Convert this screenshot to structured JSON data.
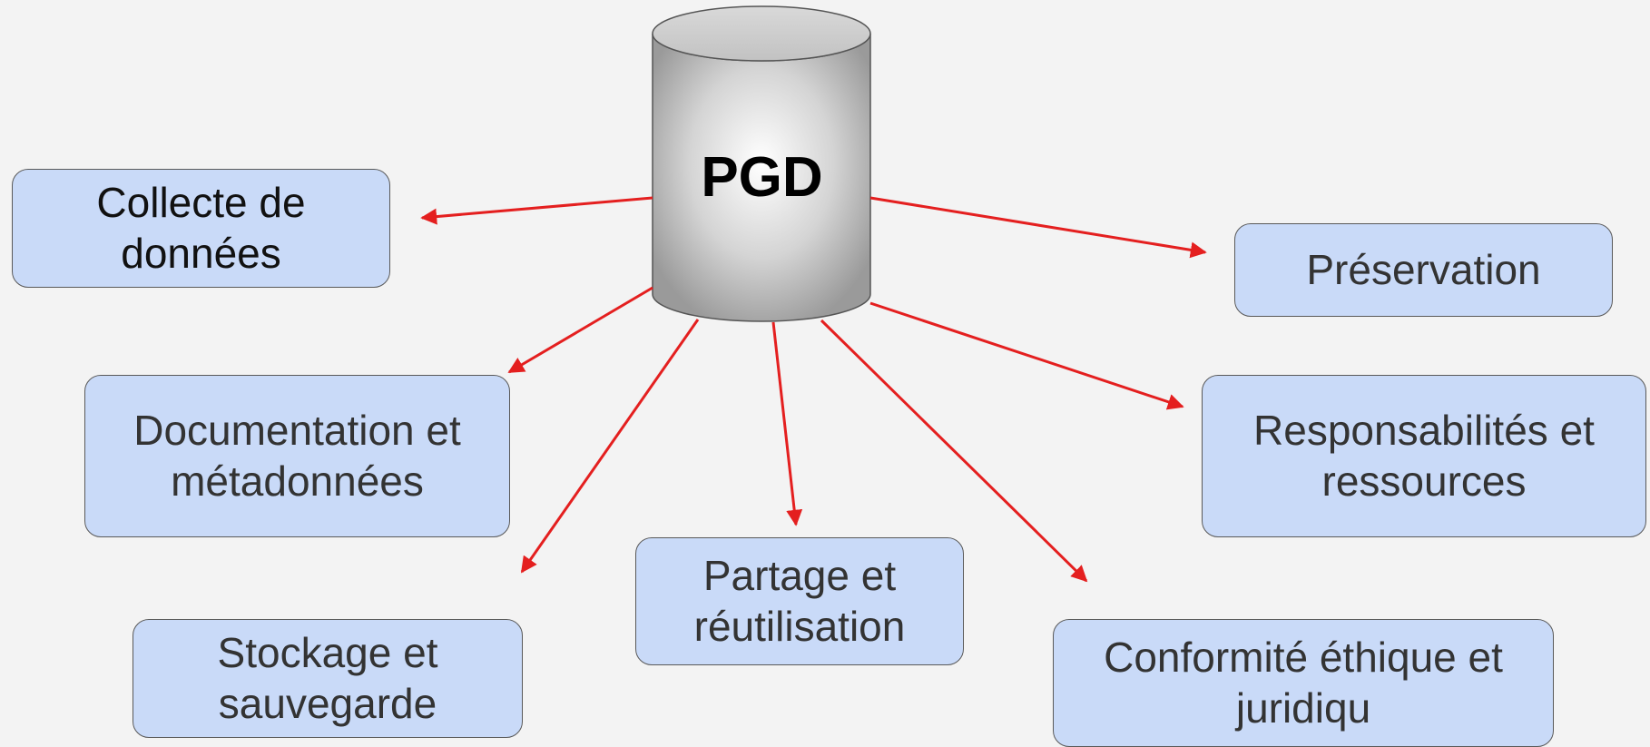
{
  "hub": {
    "label": "PGD"
  },
  "nodes": {
    "collecte": "Collecte de\ndonnées",
    "preservation": "Préservation",
    "documentation": "Documentation et\nmétadonnées",
    "responsabilites": "Responsabilités et\nressources",
    "partage": "Partage et\nréutilisation",
    "stockage": "Stockage et\nsauvegarde",
    "conformite": "Conformité éthique et\njuridiqu"
  },
  "colors": {
    "background": "#f3f3f3",
    "box_fill": "#c9daf8",
    "box_border": "#595959",
    "arrow": "#e41f1f",
    "hub_fill_light": "#ffffff",
    "hub_fill_dark": "#9a9a9a",
    "hub_border": "#555555"
  },
  "icons": {
    "hub": "database-cylinder-icon",
    "edges": "arrow-icon"
  }
}
